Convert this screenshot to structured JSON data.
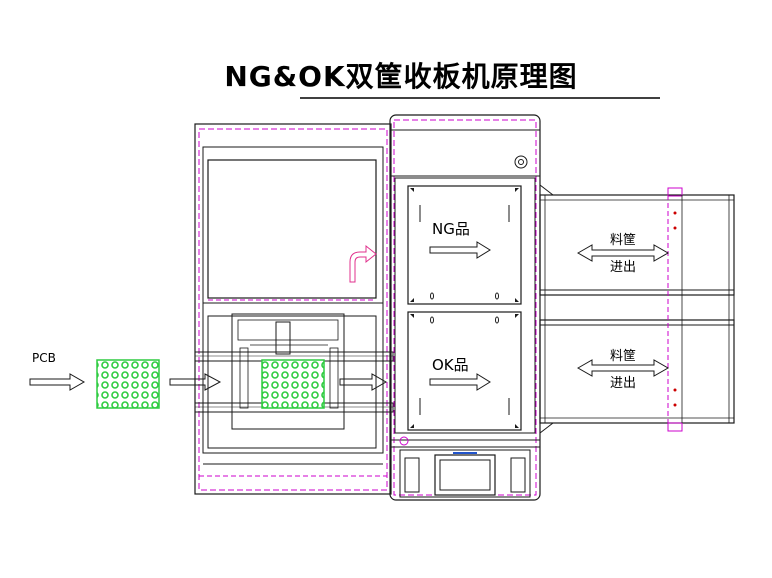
{
  "title": "NG&OK双筐收板机原理图",
  "labels": {
    "pcb": "PCB",
    "ng": "NG品",
    "ok": "OK品",
    "feed_top_line1": "料筐",
    "feed_top_line2": "进出",
    "feed_bottom_line1": "料筐",
    "feed_bottom_line2": "进出"
  },
  "colors": {
    "outline": "#1a1a1a",
    "dashed": "#cc00cc",
    "pcb_board": "#2ecc40",
    "screen_blue": "#2255cc"
  },
  "icons": [
    "arrow-right-icon",
    "double-arrow-icon",
    "curved-arrow-icon",
    "touch-screen-icon"
  ]
}
